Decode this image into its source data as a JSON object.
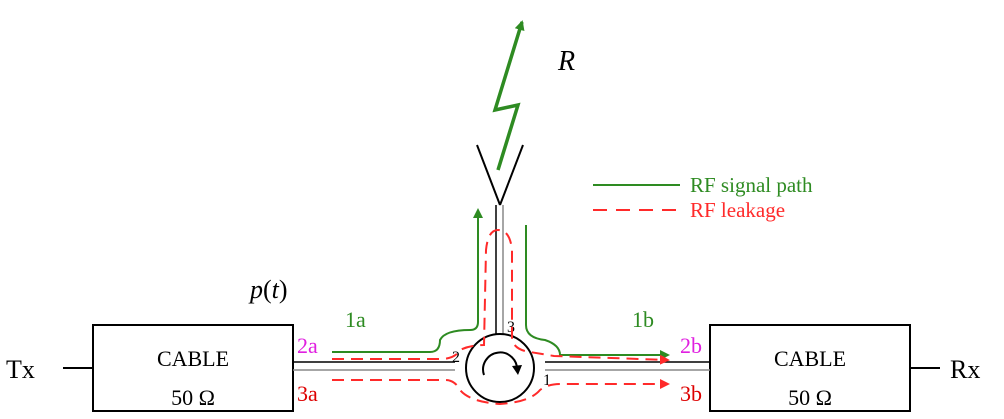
{
  "labels": {
    "r": "R",
    "pt_p": "p",
    "pt_open": "(",
    "pt_t": "t",
    "pt_close": ")",
    "tx": "Tx",
    "rx": "Rx",
    "cable_left": "CABLE",
    "cable_left_imp": "50 Ω",
    "cable_right": "CABLE",
    "cable_right_imp": "50 Ω",
    "port_1a": "1a",
    "port_1b": "1b",
    "port_2a": "2a",
    "port_2b": "2b",
    "port_3a": "3a",
    "port_3b": "3b",
    "circ_1": "1",
    "circ_2": "2",
    "circ_3": "3"
  },
  "legend": {
    "signal": "RF signal path",
    "leakage": "RF leakage"
  },
  "colors": {
    "signal": "#2e8b22",
    "leakage": "#ff2a2a",
    "port2": "#e020e0",
    "port3": "#dd0000",
    "wire": "#000000",
    "ground": "#888888"
  }
}
